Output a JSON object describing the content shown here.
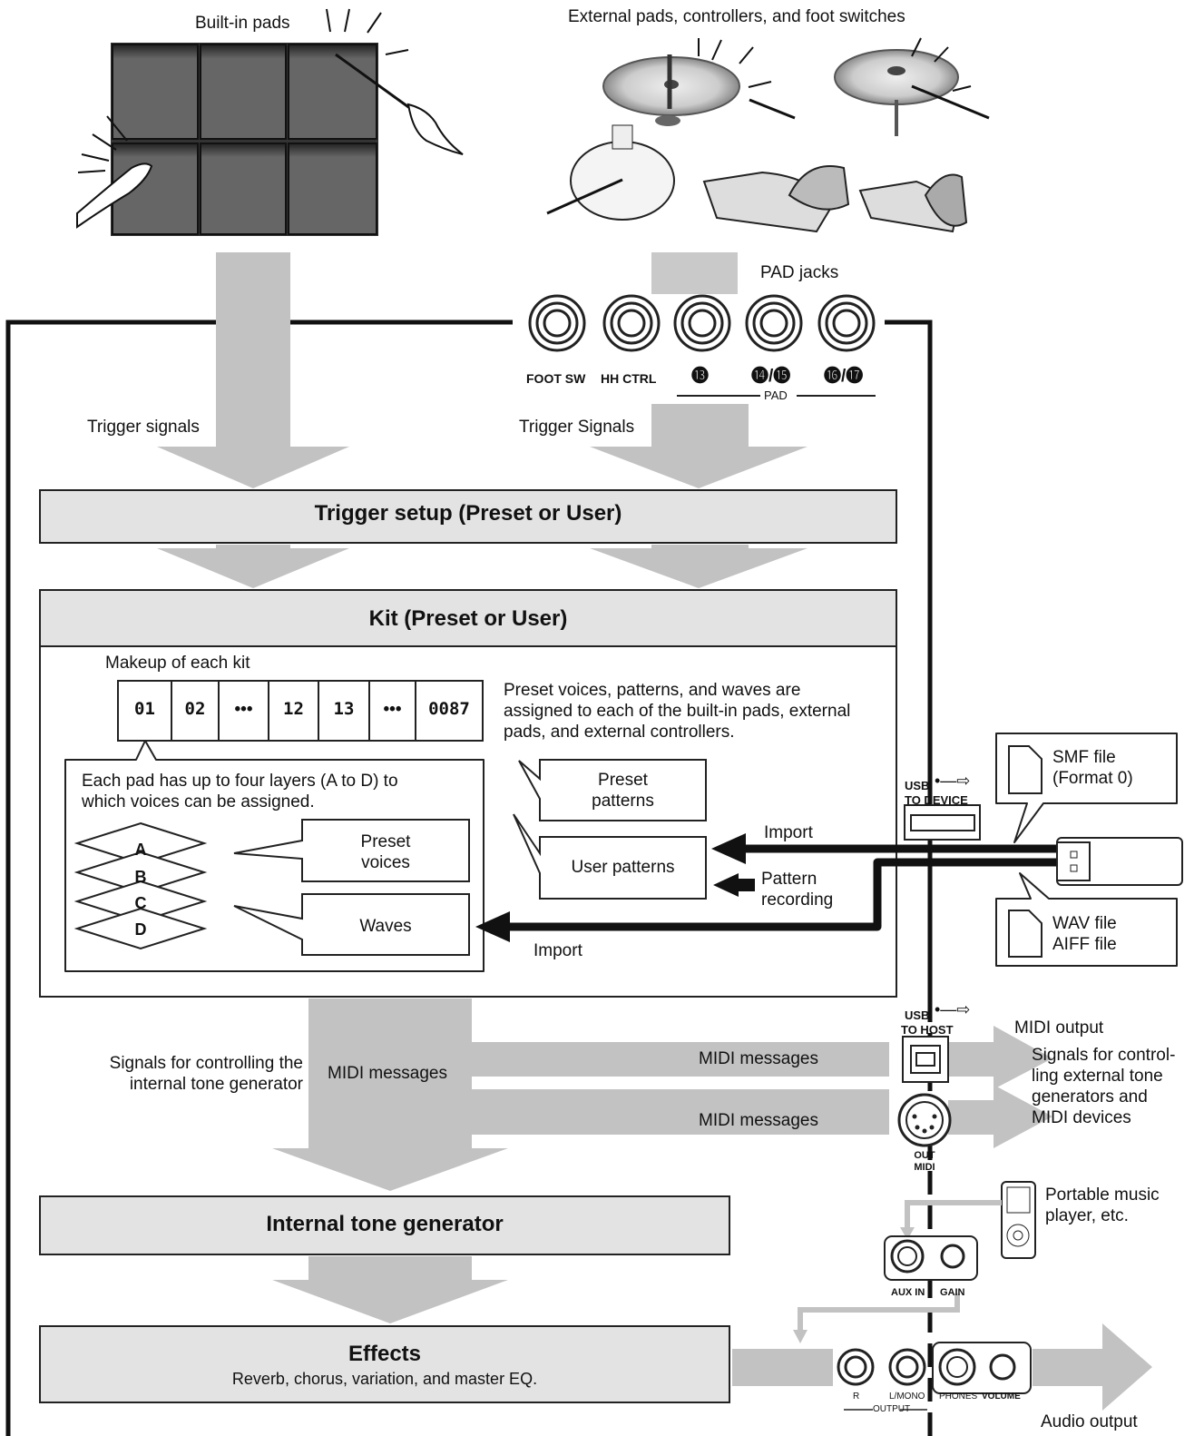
{
  "header": {
    "builtin_pads": "Built-in pads",
    "external": "External pads, controllers, and foot switches"
  },
  "jacks": {
    "pad_jacks": "PAD jacks",
    "foot_sw": "FOOT SW",
    "hh_ctrl": "HH CTRL",
    "pad13": "⓭",
    "pad14_15": "⓮/⓯",
    "pad16_17": "⓰/⓱",
    "pad": "PAD"
  },
  "signals": {
    "trigger_left": "Trigger signals",
    "trigger_right": "Trigger Signals"
  },
  "trigger_setup": "Trigger setup (Preset or User)",
  "kit": {
    "title": "Kit (Preset or User)",
    "makeup": "Makeup of each kit",
    "cells": [
      "01",
      "02",
      "•••",
      "12",
      "13",
      "•••",
      "0087"
    ],
    "assigned": "Preset voices, patterns, and waves are\nassigned to each of the built-in pads, external\npads, and external controllers.",
    "layers_text": "Each pad has up to four layers (A to D) to\nwhich voices can be assigned.",
    "layers": [
      "A",
      "B",
      "C",
      "D"
    ],
    "preset_voices": "Preset\nvoices",
    "waves": "Waves",
    "preset_patterns": "Preset\npatterns",
    "user_patterns": "User patterns",
    "import_top": "Import",
    "pattern_recording": "Pattern\nrecording",
    "import_bottom": "Import"
  },
  "usb": {
    "to_device_usb": "USB",
    "to_device": "TO DEVICE",
    "smf": "SMF file\n(Format 0)",
    "wav": "WAV file\nAIFF file",
    "to_host_usb": "USB",
    "to_host": "TO HOST"
  },
  "midi": {
    "signals_internal": "Signals for controlling the\ninternal tone generator",
    "midi_messages_main": "MIDI messages",
    "midi_messages_1": "MIDI messages",
    "midi_messages_2": "MIDI messages",
    "midi_output": "MIDI output",
    "signals_external": "Signals for control-\nling external tone\ngenerators and\nMIDI devices",
    "out": "OUT",
    "midi_port": "MIDI"
  },
  "tone_generator": "Internal tone generator",
  "portable": "Portable music\nplayer, etc.",
  "aux_in": "AUX IN",
  "gain": "GAIN",
  "effects": {
    "title": "Effects",
    "subtitle": "Reverb, chorus, variation, and master EQ."
  },
  "output": {
    "r": "R",
    "lmono": "L/MONO",
    "phones": "PHONES",
    "volume": "VOLUME",
    "output": "OUTPUT",
    "audio_output": "Audio output"
  }
}
